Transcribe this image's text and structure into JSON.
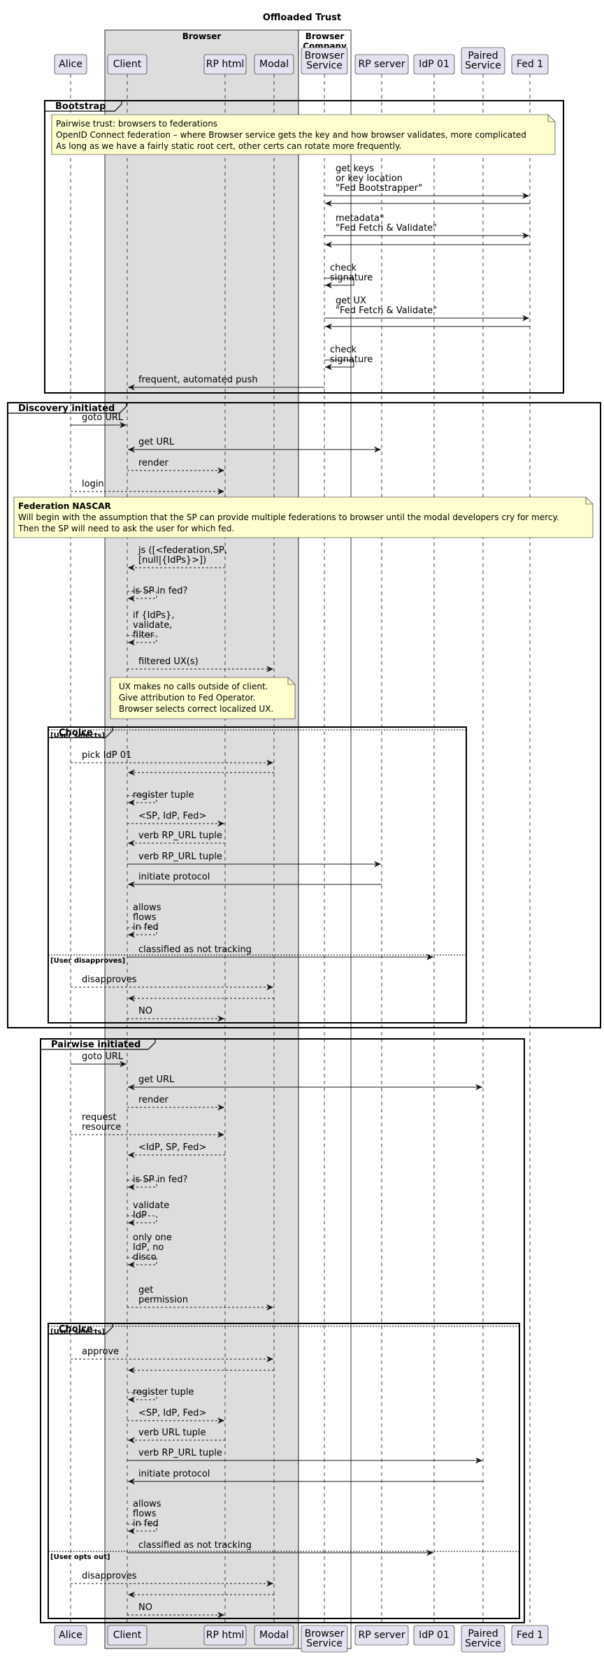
{
  "title": "Offloaded Trust",
  "boxes": [
    {
      "id": "browser",
      "label": [
        "Browser"
      ]
    },
    {
      "id": "company",
      "label": [
        "Browser",
        "Company"
      ]
    }
  ],
  "participants": [
    {
      "id": "alice",
      "label": [
        "Alice"
      ]
    },
    {
      "id": "client",
      "label": [
        "Client"
      ]
    },
    {
      "id": "rphtml",
      "label": [
        "RP html"
      ]
    },
    {
      "id": "modal",
      "label": [
        "Modal"
      ]
    },
    {
      "id": "bservice",
      "label": [
        "Browser",
        "Service"
      ]
    },
    {
      "id": "rpserver",
      "label": [
        "RP server"
      ]
    },
    {
      "id": "idp01",
      "label": [
        "IdP 01"
      ]
    },
    {
      "id": "paired",
      "label": [
        "Paired",
        "Service"
      ]
    },
    {
      "id": "fed1",
      "label": [
        "Fed 1"
      ]
    }
  ],
  "groups": [
    {
      "id": "bootstrap",
      "label": "Bootstrap",
      "sections": []
    },
    {
      "id": "discovery",
      "label": "Discovery initiated",
      "sections": []
    },
    {
      "id": "choice1",
      "label": "Choice",
      "sections": [
        "[User selects]",
        "[User disapproves]"
      ]
    },
    {
      "id": "pairwise",
      "label": "Pairwise initiated",
      "sections": []
    },
    {
      "id": "choice2",
      "label": "Choice",
      "sections": [
        "[User selects]",
        "[User opts out]"
      ]
    }
  ],
  "notes": [
    {
      "id": "note1",
      "title": "",
      "lines": [
        "Pairwise trust: browsers to federations",
        "OpenID Connect federation – where Browser service gets the key and how browser validates, more complicated",
        "As long as we have a fairly static root cert, other certs can rotate more frequently."
      ]
    },
    {
      "id": "note2",
      "title": "Federation NASCAR",
      "lines": [
        "Will begin with the assumption that the SP can provide multiple federations to browser until the modal developers cry for mercy.",
        "Then the SP will need to ask the user for which fed."
      ]
    },
    {
      "id": "note3",
      "title": "",
      "lines": [
        "UX makes no calls outside of client.",
        "Give attribution to Fed Operator.",
        "Browser selects correct localized UX."
      ]
    }
  ],
  "messages": [
    {
      "from": "bservice",
      "to": "fed1",
      "kind": "solid",
      "label": [
        "get keys",
        "or key location",
        "\"Fed Bootstrapper\""
      ]
    },
    {
      "from": "fed1",
      "to": "bservice",
      "kind": "solid",
      "label": []
    },
    {
      "from": "bservice",
      "to": "fed1",
      "kind": "solid",
      "label": [
        "metadata*",
        "\"Fed Fetch & Validate\""
      ]
    },
    {
      "from": "fed1",
      "to": "bservice",
      "kind": "solid",
      "label": []
    },
    {
      "from": "bservice",
      "to": "bservice",
      "kind": "solid",
      "label": [
        "check",
        "signature"
      ]
    },
    {
      "from": "bservice",
      "to": "fed1",
      "kind": "solid",
      "label": [
        "get UX",
        "\"Fed Fetch & Validate\""
      ]
    },
    {
      "from": "fed1",
      "to": "bservice",
      "kind": "solid",
      "label": []
    },
    {
      "from": "bservice",
      "to": "bservice",
      "kind": "solid",
      "label": [
        "check",
        "signature"
      ]
    },
    {
      "from": "bservice",
      "to": "client",
      "kind": "solid",
      "label": [
        "frequent, automated push"
      ]
    },
    {
      "from": "alice",
      "to": "client",
      "kind": "solid",
      "label": [
        "goto URL"
      ]
    },
    {
      "from": "client",
      "to": "rpserver",
      "kind": "both",
      "label": [
        "get URL"
      ]
    },
    {
      "from": "client",
      "to": "rphtml",
      "kind": "dashed",
      "label": [
        "render"
      ]
    },
    {
      "from": "alice",
      "to": "rphtml",
      "kind": "dashed",
      "label": [
        "login"
      ]
    },
    {
      "from": "rphtml",
      "to": "client",
      "kind": "dashed",
      "label": [
        "js ([<federation,SP,",
        "[null|{IdPs}>])"
      ]
    },
    {
      "from": "client",
      "to": "client",
      "kind": "dashed",
      "label": [
        "is SP in fed?"
      ]
    },
    {
      "from": "client",
      "to": "client",
      "kind": "dashed",
      "label": [
        "if {IdPs},",
        "validate,",
        "filter"
      ]
    },
    {
      "from": "client",
      "to": "modal",
      "kind": "dashed",
      "label": [
        "filtered UX(s)"
      ]
    },
    {
      "from": "alice",
      "to": "modal",
      "kind": "dashed",
      "label": [
        "pick IdP 01"
      ]
    },
    {
      "from": "modal",
      "to": "client",
      "kind": "dashed",
      "label": []
    },
    {
      "from": "client",
      "to": "client",
      "kind": "dashed",
      "label": [
        "register tuple"
      ]
    },
    {
      "from": "client",
      "to": "rphtml",
      "kind": "dashed",
      "label": [
        "<SP, IdP, Fed>"
      ]
    },
    {
      "from": "rphtml",
      "to": "client",
      "kind": "dashed",
      "label": [
        "verb RP_URL tuple"
      ]
    },
    {
      "from": "client",
      "to": "rpserver",
      "kind": "solid",
      "label": [
        "verb RP_URL tuple"
      ]
    },
    {
      "from": "rpserver",
      "to": "client",
      "kind": "solid",
      "label": [
        "initiate protocol"
      ]
    },
    {
      "from": "client",
      "to": "client",
      "kind": "dashed",
      "label": [
        "allows",
        "flows",
        "in fed"
      ]
    },
    {
      "from": "client",
      "to": "idp01",
      "kind": "solid",
      "label": [
        "classified as not tracking"
      ]
    },
    {
      "from": "alice",
      "to": "modal",
      "kind": "dashed",
      "label": [
        "disapproves"
      ]
    },
    {
      "from": "modal",
      "to": "client",
      "kind": "dashed",
      "label": []
    },
    {
      "from": "client",
      "to": "rphtml",
      "kind": "dashed",
      "label": [
        "NO"
      ]
    },
    {
      "from": "alice",
      "to": "client",
      "kind": "solid",
      "label": [
        "goto URL"
      ]
    },
    {
      "from": "client",
      "to": "paired",
      "kind": "both",
      "label": [
        "get URL"
      ]
    },
    {
      "from": "client",
      "to": "rphtml",
      "kind": "dashed",
      "label": [
        "render"
      ]
    },
    {
      "from": "alice",
      "to": "rphtml",
      "kind": "dashed",
      "label": [
        "request",
        "resource"
      ]
    },
    {
      "from": "rphtml",
      "to": "client",
      "kind": "dashed",
      "label": [
        "<IdP, SP, Fed>"
      ]
    },
    {
      "from": "client",
      "to": "client",
      "kind": "dashed",
      "label": [
        "is SP in fed?"
      ]
    },
    {
      "from": "client",
      "to": "client",
      "kind": "dashed",
      "label": [
        "validate",
        "IdP"
      ]
    },
    {
      "from": "client",
      "to": "client",
      "kind": "dashed",
      "label": [
        "only one",
        "IdP, no",
        "disco"
      ]
    },
    {
      "from": "client",
      "to": "modal",
      "kind": "dashed",
      "label": [
        "get",
        "permission"
      ]
    },
    {
      "from": "alice",
      "to": "modal",
      "kind": "dashed",
      "label": [
        "approve"
      ]
    },
    {
      "from": "modal",
      "to": "client",
      "kind": "dashed",
      "label": []
    },
    {
      "from": "client",
      "to": "client",
      "kind": "dashed",
      "label": [
        "register tuple"
      ]
    },
    {
      "from": "client",
      "to": "rphtml",
      "kind": "dashed",
      "label": [
        "<SP, IdP, Fed>"
      ]
    },
    {
      "from": "rphtml",
      "to": "client",
      "kind": "dashed",
      "label": [
        "verb URL tuple"
      ]
    },
    {
      "from": "client",
      "to": "paired",
      "kind": "solid",
      "label": [
        "verb RP_URL tuple"
      ]
    },
    {
      "from": "paired",
      "to": "client",
      "kind": "solid",
      "label": [
        "initiate protocol"
      ]
    },
    {
      "from": "client",
      "to": "client",
      "kind": "dashed",
      "label": [
        "allows",
        "flows",
        "in fed"
      ]
    },
    {
      "from": "client",
      "to": "idp01",
      "kind": "solid",
      "label": [
        "classified as not tracking"
      ]
    },
    {
      "from": "alice",
      "to": "modal",
      "kind": "dashed",
      "label": [
        "disapproves"
      ]
    },
    {
      "from": "modal",
      "to": "client",
      "kind": "dashed",
      "label": []
    },
    {
      "from": "client",
      "to": "rphtml",
      "kind": "dashed",
      "label": [
        "NO"
      ]
    }
  ]
}
